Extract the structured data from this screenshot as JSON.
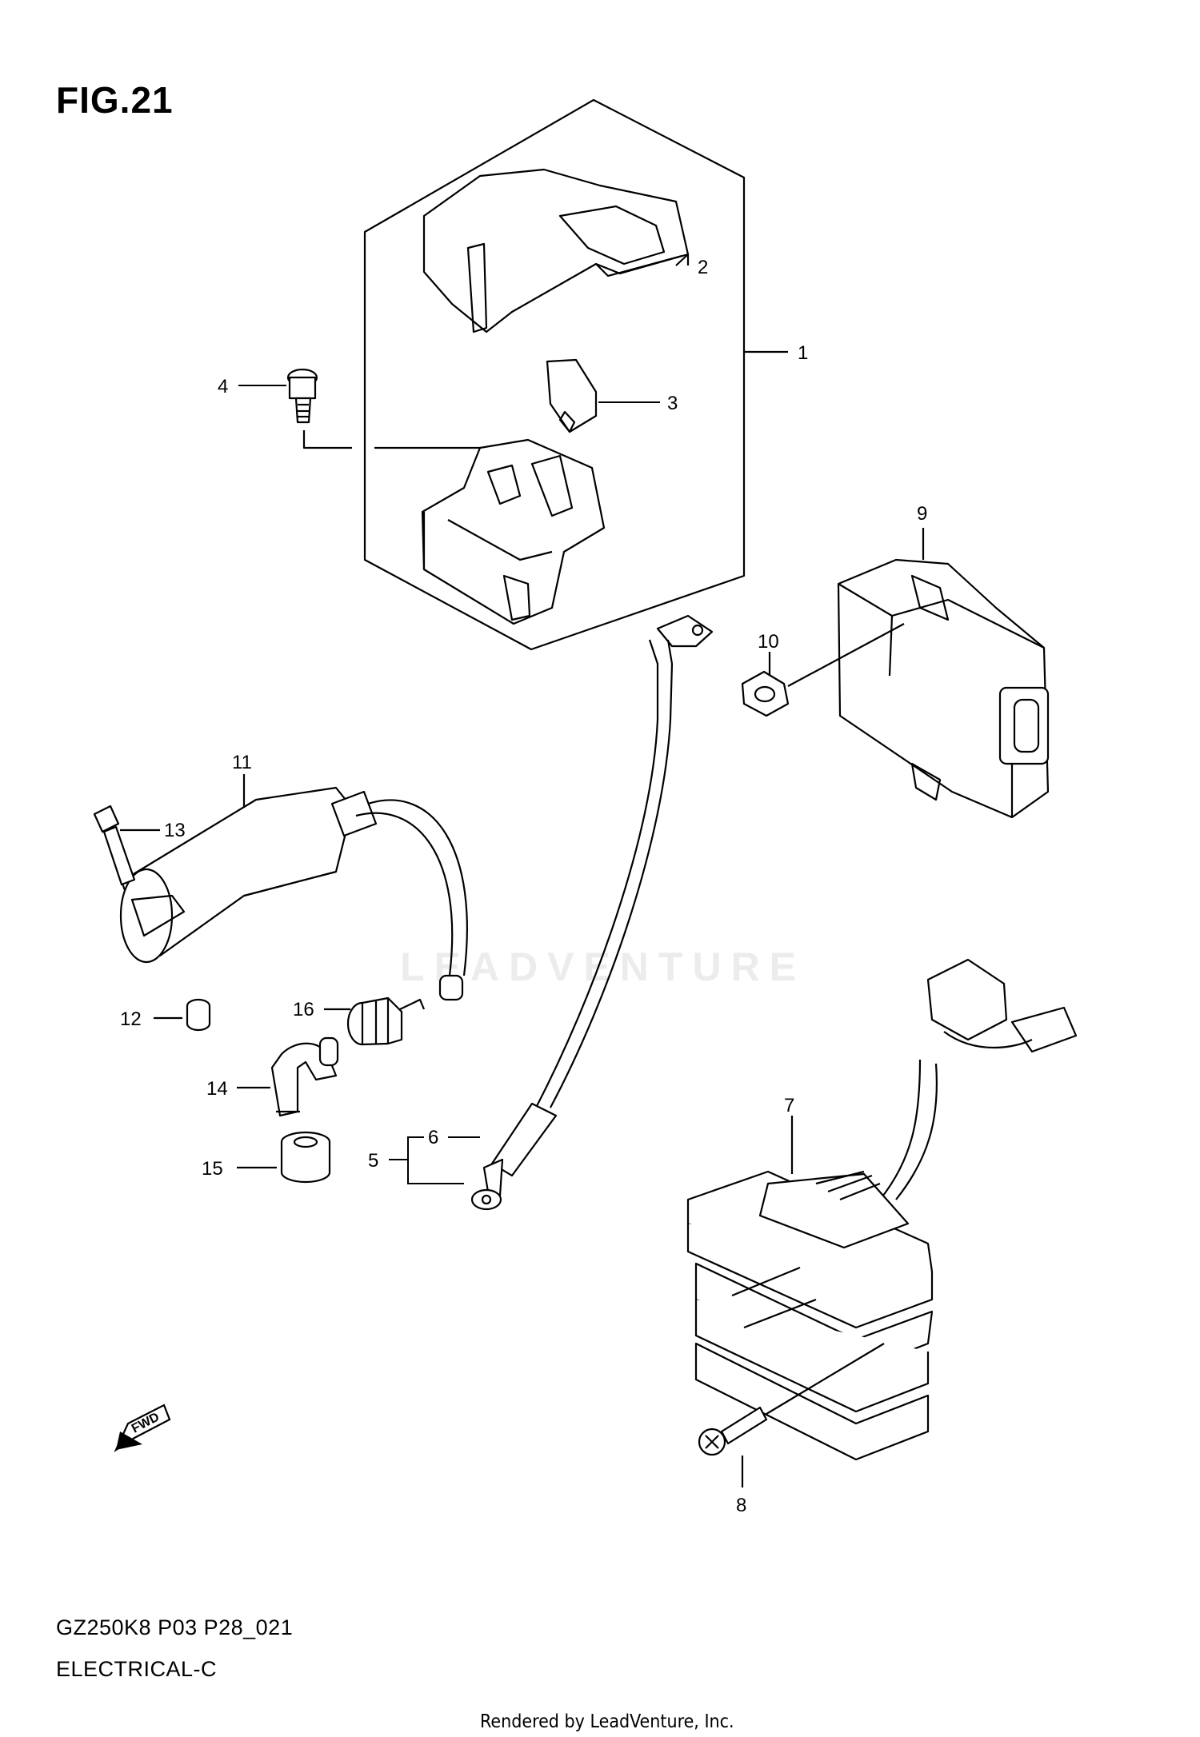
{
  "figure_title": "FIG.21",
  "model_code": "GZ250K8 P03 P28_021",
  "section_name": "ELECTRICAL-C",
  "credit": "Rendered by LeadVenture, Inc.",
  "watermark": "LEADVENTURE",
  "fwd_label": "FWD",
  "callouts": {
    "c1": "1",
    "c2": "2",
    "c3": "3",
    "c4": "4",
    "c5": "5",
    "c6": "6",
    "c7": "7",
    "c8": "8",
    "c9": "9",
    "c10": "10",
    "c11": "11",
    "c12": "12",
    "c13": "13",
    "c14": "14",
    "c15": "15",
    "c16": "16"
  }
}
